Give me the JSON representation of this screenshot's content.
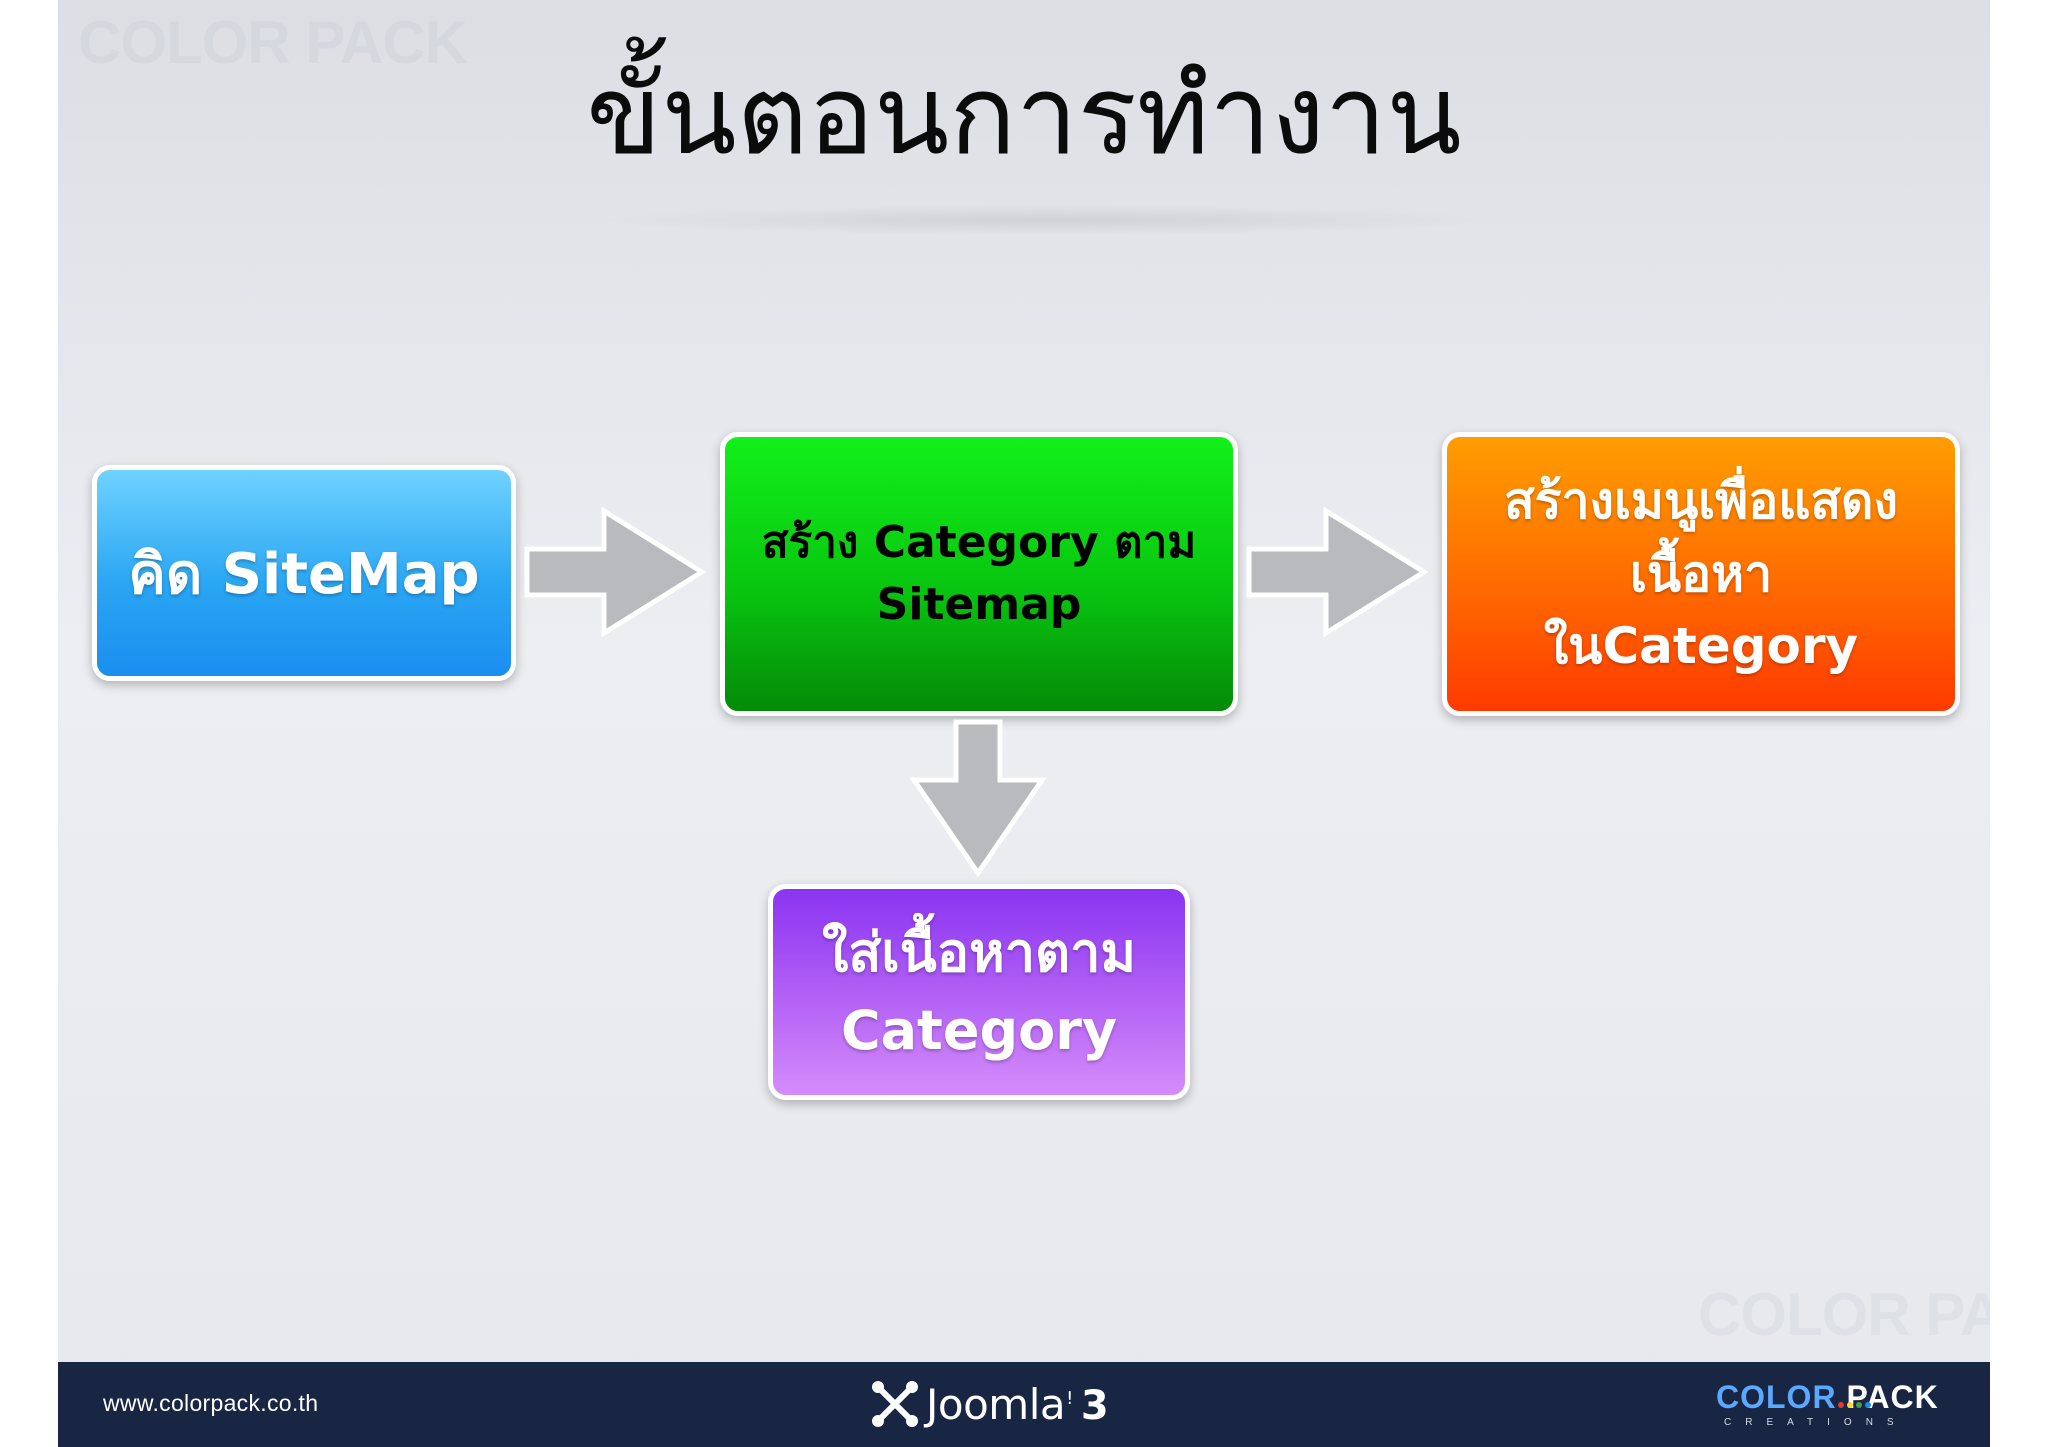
{
  "slide": {
    "title": "ขั้นตอนการทำงาน",
    "watermark": "COLOR PACK"
  },
  "flow": {
    "step1": {
      "text": "คิด SiteMap"
    },
    "step2": {
      "line1": "สร้าง Category ตาม",
      "line2": "Sitemap"
    },
    "step3": {
      "line1": "สร้างเมนูเพื่อแสดง",
      "line2": "เนื้อหา",
      "line3": "ในCategory"
    },
    "step4": {
      "line1": "ใส่เนื้อหาตาม",
      "line2": "Category"
    }
  },
  "footer": {
    "url": "www.colorpack.co.th",
    "joomla": {
      "name": "Joomla",
      "mark": "!",
      "version": "3"
    },
    "logo": {
      "word1": "COLOR",
      "word2": "PACK",
      "sub": "CREATIONS"
    }
  },
  "colors": {
    "step1": "#2aa6f3",
    "step2": "#08c610",
    "step3": "#ff6a00",
    "step4": "#b463f5",
    "arrow": "#b9babd",
    "footer": "#182644"
  }
}
